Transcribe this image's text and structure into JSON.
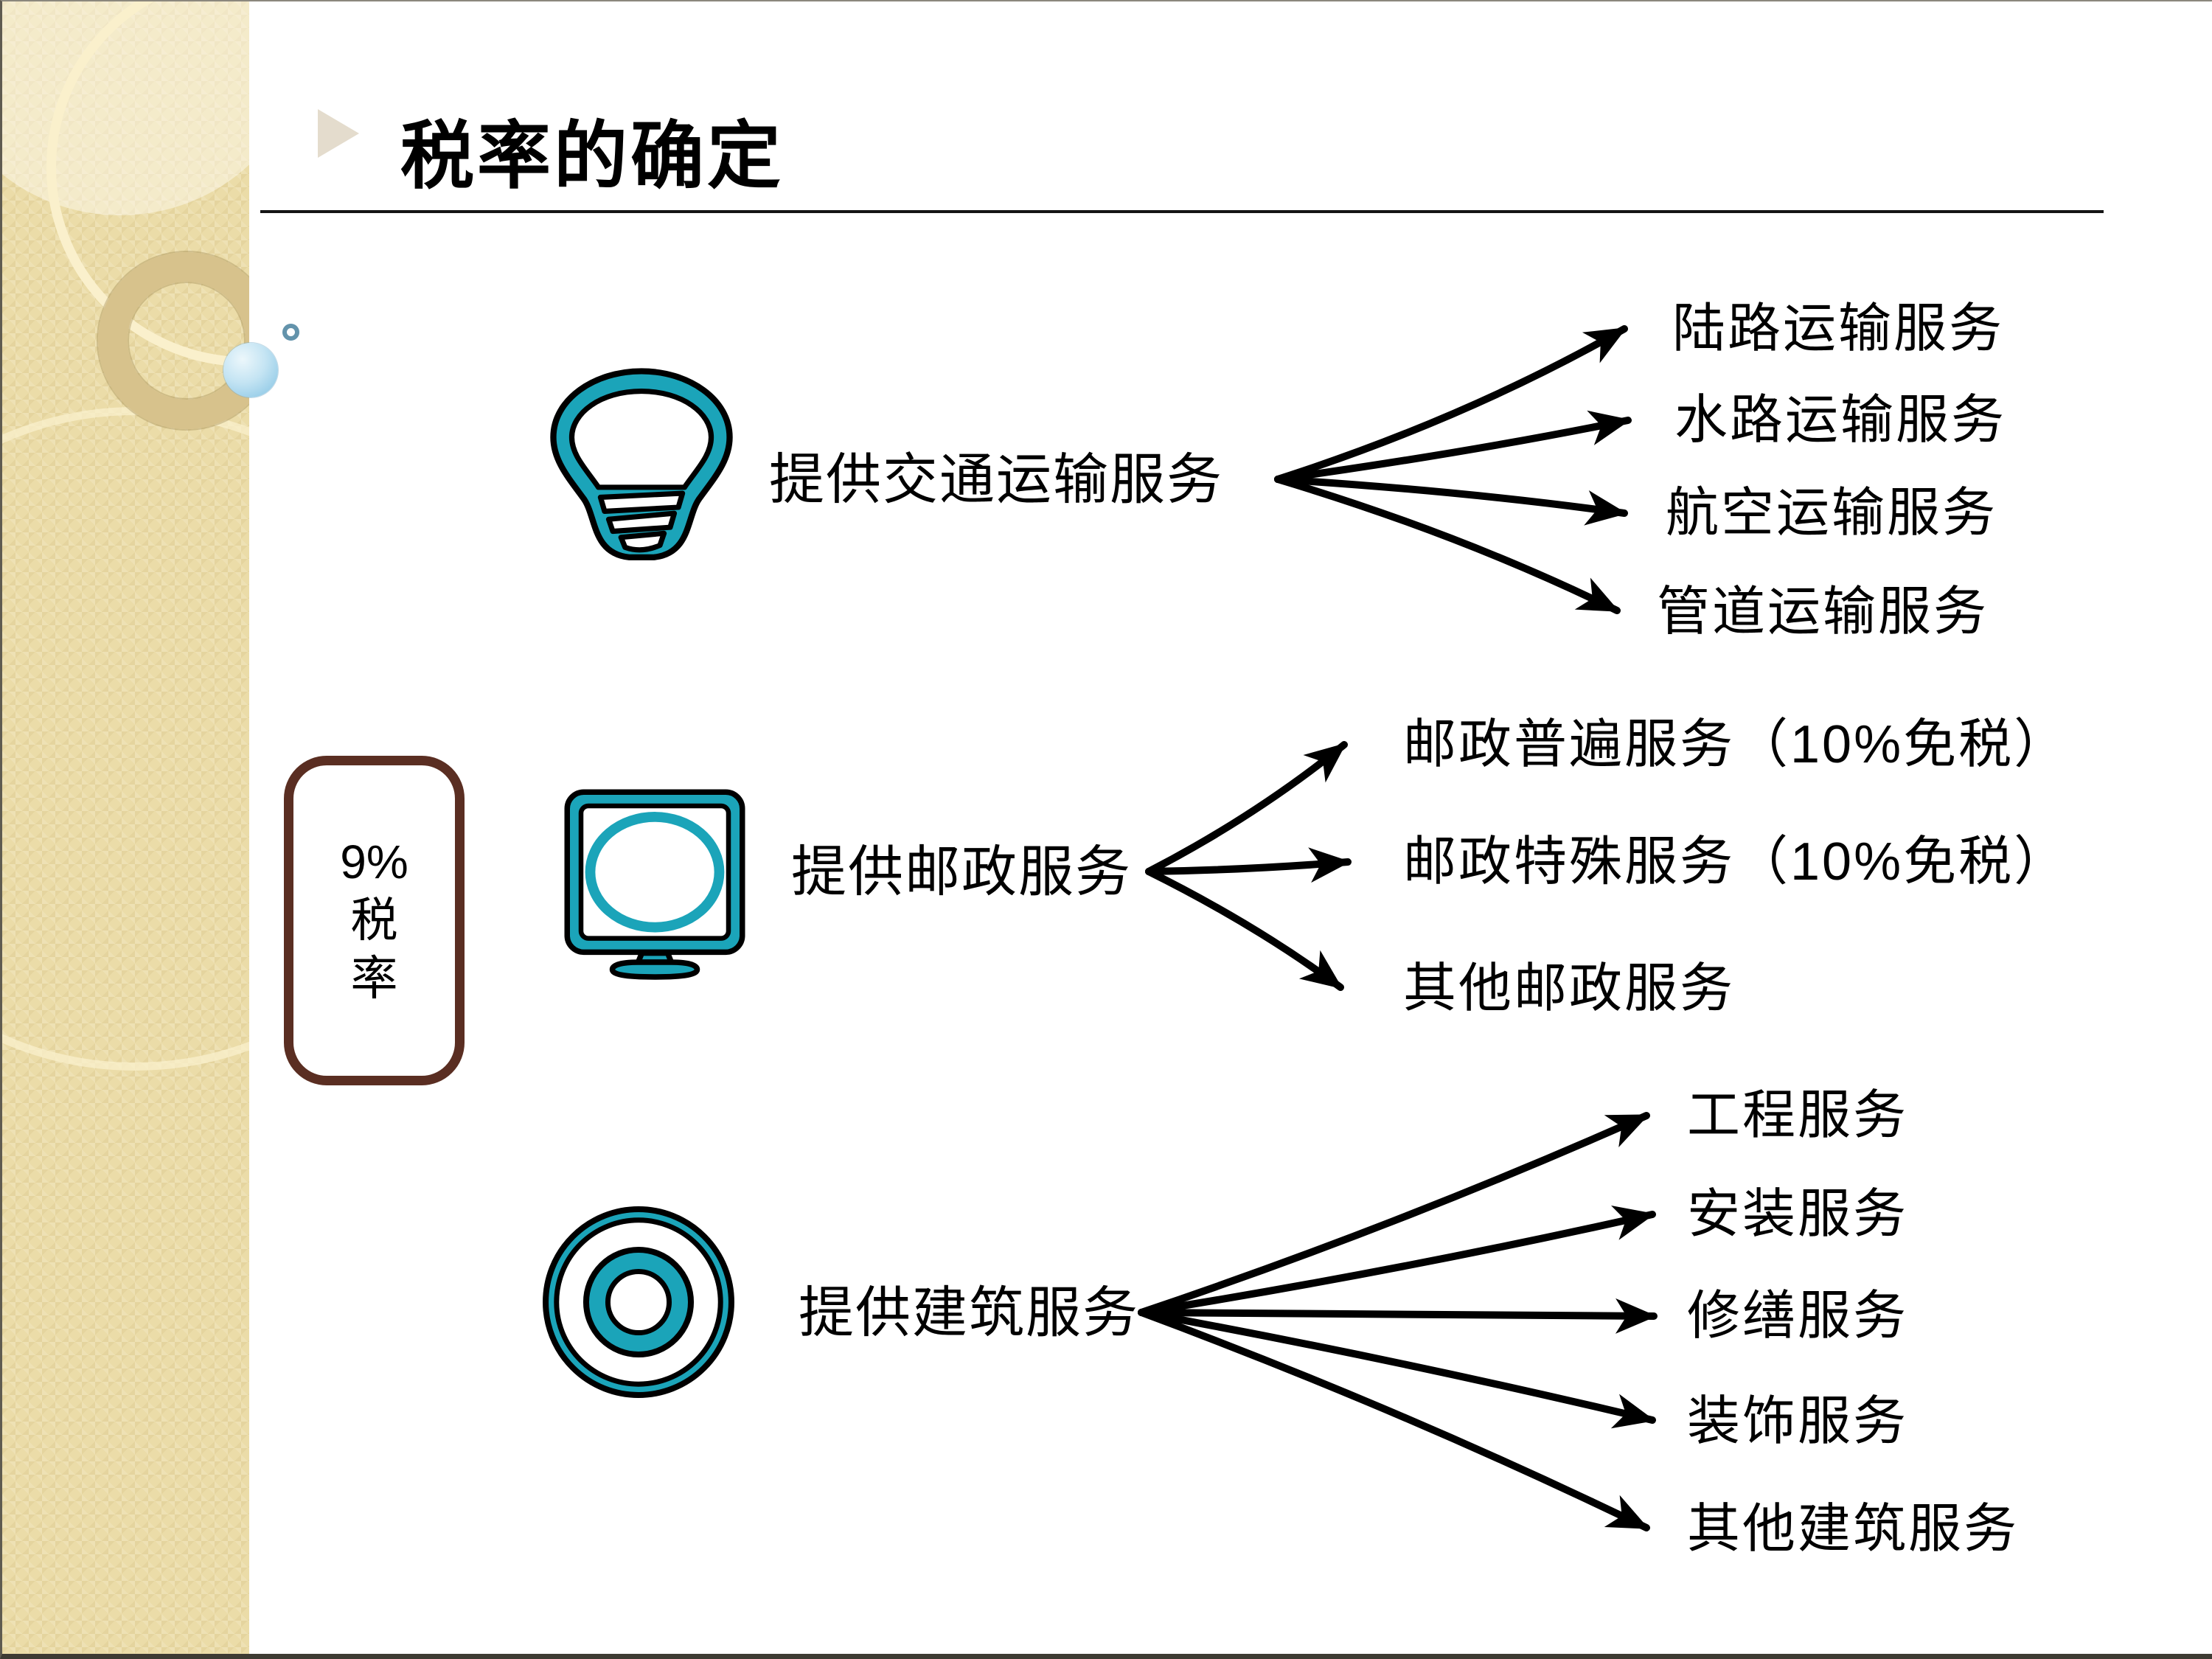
{
  "title": "税率的确定",
  "rate_box": {
    "percent": "9%",
    "word_line1": "税",
    "word_line2": "率"
  },
  "groups": [
    {
      "icon": "lightbulb-icon",
      "label": "提供交通运输服务",
      "children": [
        "陆路运输服务",
        "水路运输服务",
        "航空运输服务",
        "管道运输服务"
      ]
    },
    {
      "icon": "monitor-icon",
      "label": "提供邮政服务",
      "children": [
        "邮政普遍服务（10%免税）",
        "邮政特殊服务（10%免税）",
        "其他邮政服务"
      ]
    },
    {
      "icon": "target-icon",
      "label": "提供建筑服务",
      "children": [
        "工程服务",
        "安装服务",
        "修缮服务",
        "装饰服务",
        "其他建筑服务"
      ]
    }
  ],
  "colors": {
    "teal": "#1BA4B9",
    "box_border": "#5A2E22",
    "arrow": "#000000",
    "sidebar_base": "#EBDCA8",
    "accent_cream": "#FAF0CC"
  }
}
